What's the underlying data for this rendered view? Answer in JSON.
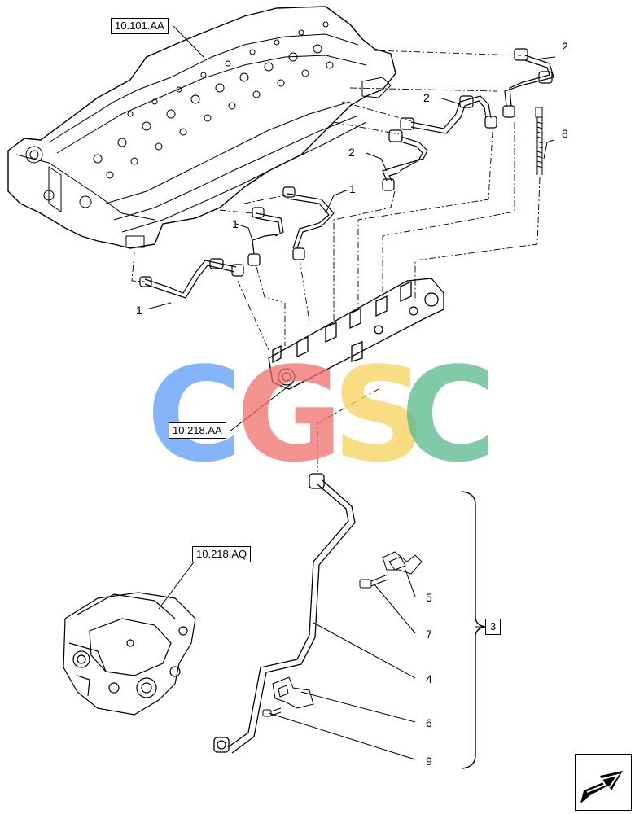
{
  "references": {
    "cylinder_head": "10.101.AA",
    "fuel_rail": "10.218.AA",
    "injection_pump": "10.218.AQ",
    "kit": "3"
  },
  "callouts": {
    "c1a": "1",
    "c1b": "1",
    "c1c": "1",
    "c2a": "2",
    "c2b": "2",
    "c2c": "2",
    "c8": "8",
    "c5": "5",
    "c7": "7",
    "c4": "4",
    "c6": "6",
    "c9": "9"
  },
  "watermark": {
    "letters": [
      "C",
      "G",
      "S",
      "C"
    ],
    "colors": [
      "#5b9bf8",
      "#ef6e6a",
      "#f8d25a",
      "#56b98a"
    ]
  },
  "navigation": {
    "icon": "arrow-icon"
  }
}
